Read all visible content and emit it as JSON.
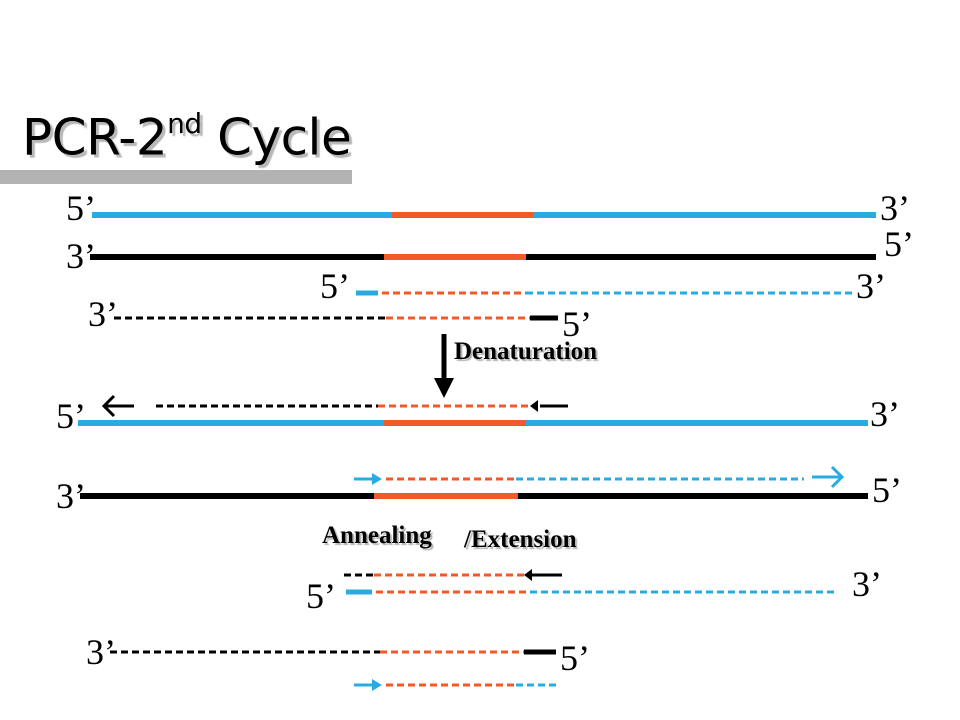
{
  "title": {
    "main": "PCR-2",
    "sup": "nd",
    "tail": " Cycle"
  },
  "labels": {
    "p1_5": "5’",
    "p1_3": "3’",
    "p2_3": "3’",
    "p2_5": "5’",
    "p3_5": "5’",
    "p3_3": "3’",
    "p4_3": "3’",
    "p4_5": "5’",
    "p5_5": "5’",
    "p5_3": "3’",
    "p6_3": "3’",
    "p6_5": "5’",
    "p7_3": "3’",
    "p7_5": "5’",
    "p8_5": "5’",
    "p8_3": "3’"
  },
  "steps": {
    "denaturation": "Denaturation",
    "annealing": "Annealing",
    "extension": "/Extension"
  },
  "colors": {
    "blue": "#29abe2",
    "red": "#f05a28",
    "black": "#000000",
    "shadow": "#b3b3b3"
  }
}
